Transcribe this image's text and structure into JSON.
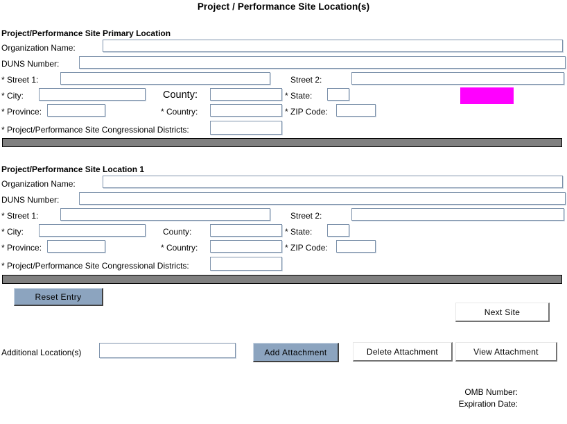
{
  "page": {
    "title": "Project / Performance Site Location(s)"
  },
  "colors": {
    "field_border": "#7d92ab",
    "separator_bar": "#808080",
    "button_primary": "#8ca4bf",
    "button_secondary": "#ffffff",
    "highlight_block": "#ff00ff"
  },
  "sections": [
    {
      "heading": "Project/Performance Site Primary Location",
      "fields": {
        "organization_name": {
          "label": "Organization Name:",
          "value": "",
          "placeholder": ""
        },
        "duns_number": {
          "label": "DUNS Number:",
          "value": "",
          "placeholder": ""
        },
        "street1": {
          "label": "* Street 1:",
          "value": "",
          "placeholder": ""
        },
        "street2": {
          "label": "Street 2:",
          "value": "",
          "placeholder": ""
        },
        "city": {
          "label": "* City:",
          "value": "",
          "placeholder": ""
        },
        "county": {
          "label": "County:",
          "value": "",
          "placeholder": ""
        },
        "state": {
          "label": "* State:",
          "value": "",
          "placeholder": ""
        },
        "province": {
          "label": "* Province:",
          "value": "",
          "placeholder": ""
        },
        "country": {
          "label": "* Country:",
          "value": "",
          "placeholder": ""
        },
        "zip_code": {
          "label": "* ZIP Code:",
          "value": "",
          "placeholder": ""
        },
        "congressional_districts": {
          "label": "* Project/Performance Site Congressional Districts:",
          "value": "",
          "placeholder": ""
        }
      }
    },
    {
      "heading": "Project/Performance Site Location 1",
      "fields": {
        "organization_name": {
          "label": "Organization Name:",
          "value": "",
          "placeholder": ""
        },
        "duns_number": {
          "label": "DUNS Number:",
          "value": "",
          "placeholder": ""
        },
        "street1": {
          "label": "* Street 1:",
          "value": "",
          "placeholder": ""
        },
        "street2": {
          "label": "Street 2:",
          "value": "",
          "placeholder": ""
        },
        "city": {
          "label": "* City:",
          "value": "",
          "placeholder": ""
        },
        "county": {
          "label": "County:",
          "value": "",
          "placeholder": ""
        },
        "state": {
          "label": "* State:",
          "value": "",
          "placeholder": ""
        },
        "province": {
          "label": "* Province:",
          "value": "",
          "placeholder": ""
        },
        "country": {
          "label": "* Country:",
          "value": "",
          "placeholder": ""
        },
        "zip_code": {
          "label": "* ZIP Code:",
          "value": "",
          "placeholder": ""
        },
        "congressional_districts": {
          "label": "* Project/Performance Site Congressional Districts:",
          "value": "",
          "placeholder": ""
        }
      }
    }
  ],
  "actions": {
    "reset_entry": "Reset Entry",
    "next_site": "Next Site",
    "additional_locations_label": "Additional Location(s)",
    "additional_locations_value": "",
    "add_attachment": "Add Attachment",
    "delete_attachment": "Delete Attachment",
    "view_attachment": "View  Attachment"
  },
  "footer": {
    "omb_number": "OMB Number:",
    "expiration_date": "Expiration Date:"
  }
}
